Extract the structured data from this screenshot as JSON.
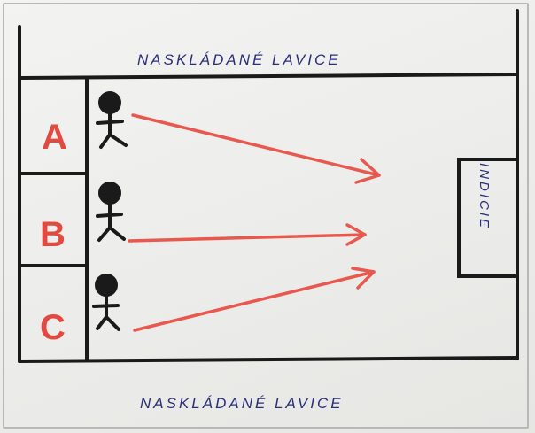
{
  "top_label": "NASKLÁDANÉ LAVICE",
  "bottom_label": "NASKLÁDANÉ LAVICE",
  "zones": [
    "A",
    "B",
    "C"
  ],
  "target_label": "INDICIE",
  "colors": {
    "ink": "#1a1a1a",
    "arrow": "#e8584e",
    "letters": "#e2493f",
    "text": "#2a2f7a"
  },
  "icons": [
    "stick-figure-icon",
    "arrow-icon"
  ]
}
